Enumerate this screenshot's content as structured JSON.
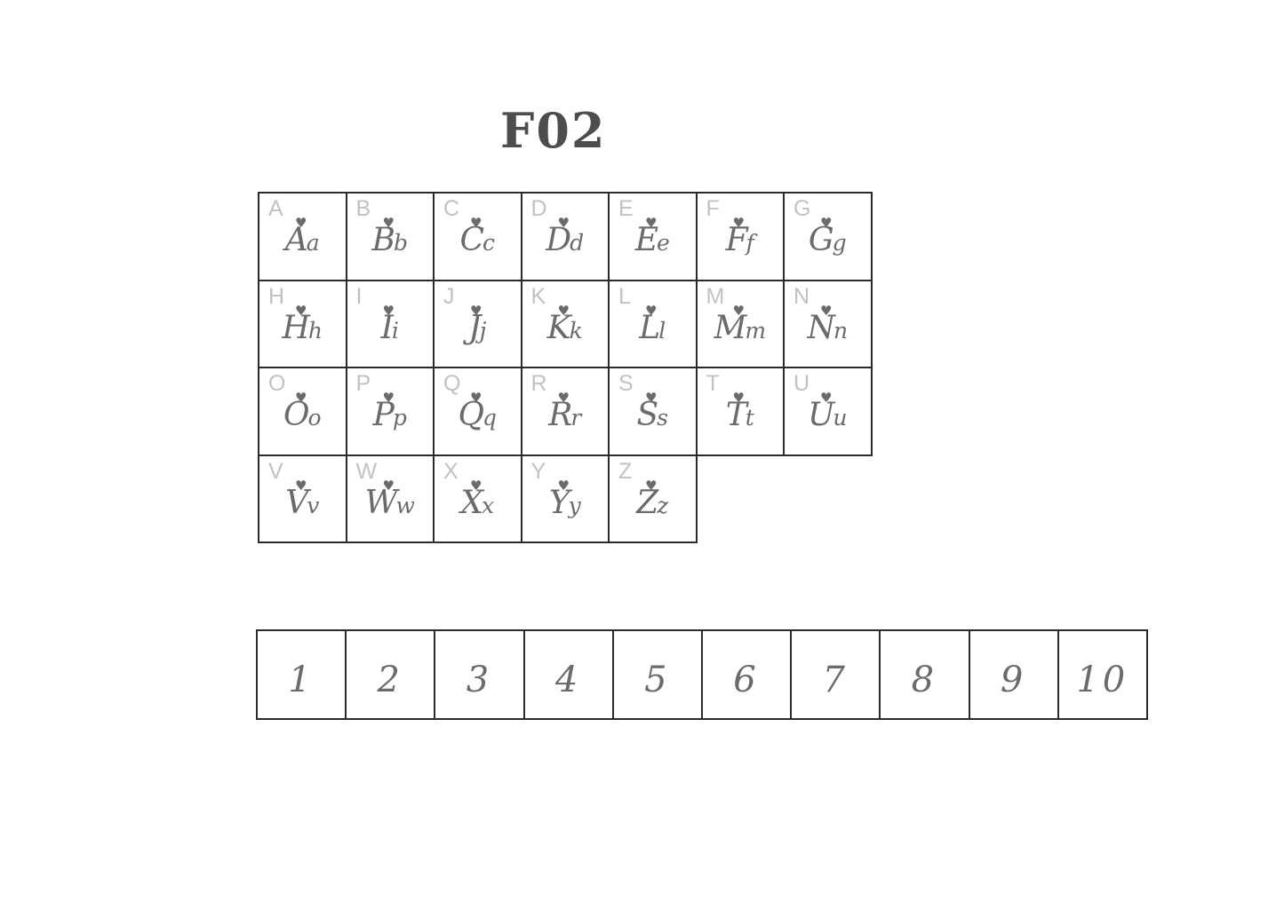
{
  "title": "F02",
  "alphabet": {
    "rows": [
      [
        {
          "hint": "A",
          "upper": "A",
          "lower": "a"
        },
        {
          "hint": "B",
          "upper": "B",
          "lower": "b"
        },
        {
          "hint": "C",
          "upper": "C",
          "lower": "c"
        },
        {
          "hint": "D",
          "upper": "D",
          "lower": "d"
        },
        {
          "hint": "E",
          "upper": "E",
          "lower": "e"
        },
        {
          "hint": "F",
          "upper": "F",
          "lower": "f"
        },
        {
          "hint": "G",
          "upper": "G",
          "lower": "g"
        }
      ],
      [
        {
          "hint": "H",
          "upper": "H",
          "lower": "h"
        },
        {
          "hint": "I",
          "upper": "I",
          "lower": "i"
        },
        {
          "hint": "J",
          "upper": "J",
          "lower": "j"
        },
        {
          "hint": "K",
          "upper": "K",
          "lower": "k"
        },
        {
          "hint": "L",
          "upper": "L",
          "lower": "l"
        },
        {
          "hint": "M",
          "upper": "M",
          "lower": "m"
        },
        {
          "hint": "N",
          "upper": "N",
          "lower": "n"
        }
      ],
      [
        {
          "hint": "O",
          "upper": "O",
          "lower": "o"
        },
        {
          "hint": "P",
          "upper": "P",
          "lower": "p"
        },
        {
          "hint": "Q",
          "upper": "Q",
          "lower": "q"
        },
        {
          "hint": "R",
          "upper": "R",
          "lower": "r"
        },
        {
          "hint": "S",
          "upper": "S",
          "lower": "s"
        },
        {
          "hint": "T",
          "upper": "T",
          "lower": "t"
        },
        {
          "hint": "U",
          "upper": "U",
          "lower": "u"
        }
      ],
      [
        {
          "hint": "V",
          "upper": "V",
          "lower": "v"
        },
        {
          "hint": "W",
          "upper": "W",
          "lower": "w"
        },
        {
          "hint": "X",
          "upper": "X",
          "lower": "x"
        },
        {
          "hint": "Y",
          "upper": "Y",
          "lower": "y"
        },
        {
          "hint": "Z",
          "upper": "Z",
          "lower": "z"
        }
      ]
    ],
    "decoration_icon": "heart-icon",
    "glyph_color": "#6b6b6b",
    "hint_color": "#c2c2c2"
  },
  "numbers": [
    "1",
    "2",
    "3",
    "4",
    "5",
    "6",
    "7",
    "8",
    "9",
    "10"
  ]
}
